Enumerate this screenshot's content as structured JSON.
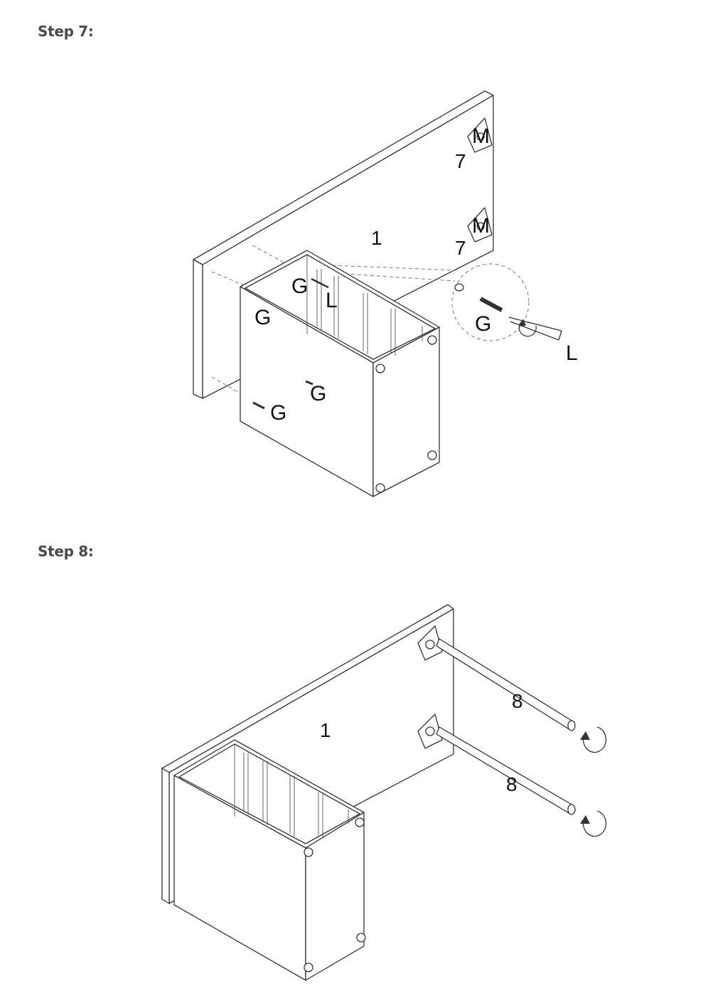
{
  "step7": {
    "title": "Step 7:",
    "part_labels": {
      "panel": "1",
      "bracket_top": "7",
      "bracket_bottom": "7",
      "screw_top": "M",
      "screw_bottom": "M",
      "bolt_1": "G",
      "bolt_2": "G",
      "bolt_3": "G",
      "bolt_4": "G",
      "bolt_detail": "G",
      "key_1": "L",
      "key_detail": "L"
    }
  },
  "step8": {
    "title": "Step 8:",
    "part_labels": {
      "panel": "1",
      "leg_top": "8",
      "leg_bottom": "8"
    }
  }
}
